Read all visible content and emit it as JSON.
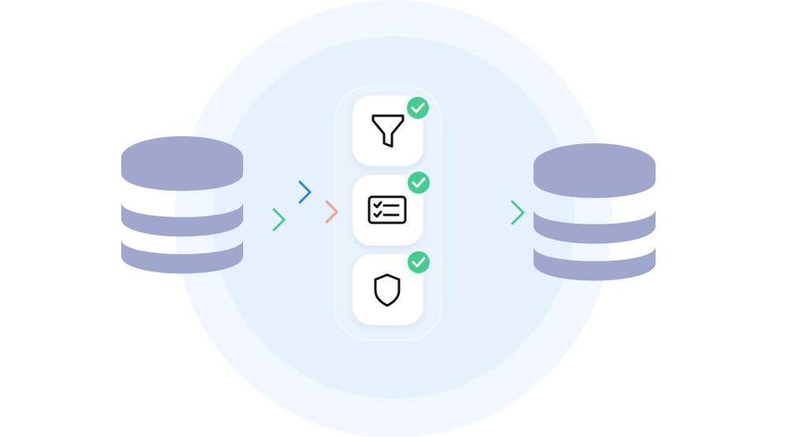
{
  "diagram": {
    "source_database": {
      "icon": "database-icon",
      "color": "#a0a7cd"
    },
    "target_database": {
      "icon": "database-icon",
      "color": "#a0a7cd"
    },
    "pipeline_steps": [
      {
        "icon": "filter-icon",
        "status": "passed",
        "status_icon": "check-circle-icon"
      },
      {
        "icon": "checklist-card-icon",
        "status": "passed",
        "status_icon": "check-circle-icon"
      },
      {
        "icon": "shield-icon",
        "status": "passed",
        "status_icon": "check-circle-icon"
      }
    ],
    "colors": {
      "outer_halo": "#f0f7fe",
      "inner_halo": "#e5f1fc",
      "panel": "#eaf3fc",
      "card": "#ffffff",
      "check_badge": "#46cc8d",
      "arrow_green": "#46cc8d",
      "arrow_blue": "#2a86e6",
      "arrow_orange": "#f2a184",
      "icon_stroke": "#111111"
    }
  }
}
